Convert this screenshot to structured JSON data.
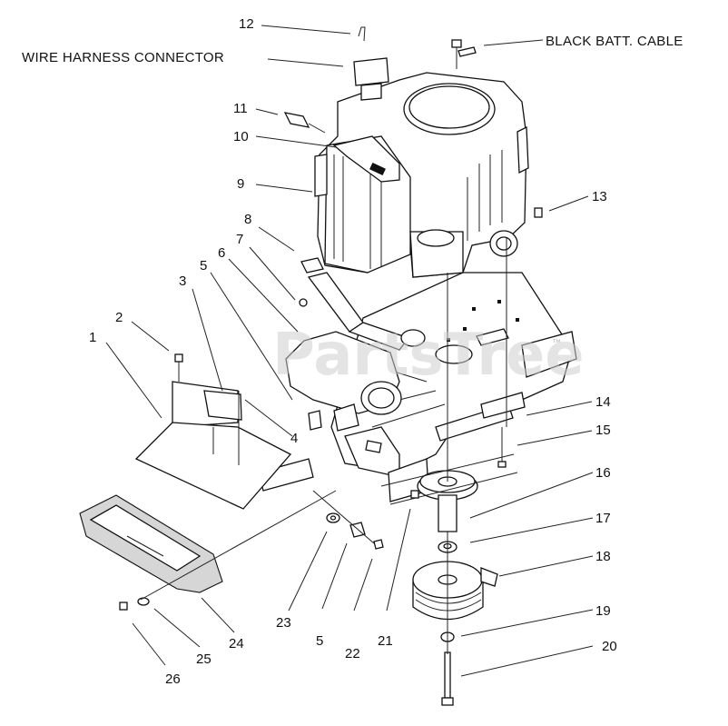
{
  "callouts": [
    {
      "id": "1",
      "text": "1"
    },
    {
      "id": "2",
      "text": "2"
    },
    {
      "id": "3",
      "text": "3"
    },
    {
      "id": "4",
      "text": "4"
    },
    {
      "id": "5a",
      "text": "5"
    },
    {
      "id": "5b",
      "text": "5"
    },
    {
      "id": "6",
      "text": "6"
    },
    {
      "id": "7",
      "text": "7"
    },
    {
      "id": "8",
      "text": "8"
    },
    {
      "id": "9",
      "text": "9"
    },
    {
      "id": "10",
      "text": "10"
    },
    {
      "id": "11",
      "text": "11"
    },
    {
      "id": "12",
      "text": "12"
    },
    {
      "id": "13",
      "text": "13"
    },
    {
      "id": "14",
      "text": "14"
    },
    {
      "id": "15",
      "text": "15"
    },
    {
      "id": "16",
      "text": "16"
    },
    {
      "id": "17",
      "text": "17"
    },
    {
      "id": "18",
      "text": "18"
    },
    {
      "id": "19",
      "text": "19"
    },
    {
      "id": "20",
      "text": "20"
    },
    {
      "id": "21",
      "text": "21"
    },
    {
      "id": "22",
      "text": "22"
    },
    {
      "id": "23",
      "text": "23"
    },
    {
      "id": "24",
      "text": "24"
    },
    {
      "id": "25",
      "text": "25"
    },
    {
      "id": "26",
      "text": "26"
    }
  ],
  "captions": {
    "wire_harness": "WIRE HARNESS CONNECTOR",
    "battery_cable": "BLACK BATT. CABLE"
  },
  "watermark": {
    "text": "PartsTree",
    "tm": "™"
  }
}
